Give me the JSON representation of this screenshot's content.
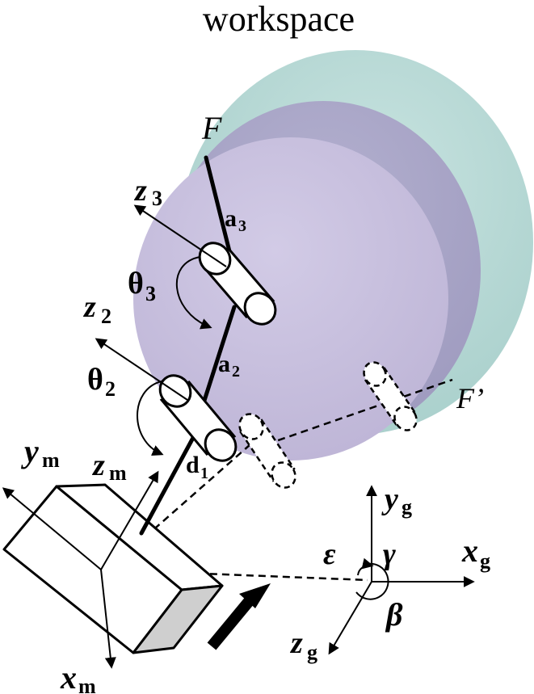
{
  "title": "workspace",
  "labels": {
    "F": "F",
    "F_prime": "F’",
    "z3": "z",
    "z3_sub": "3",
    "a3": "a",
    "a3_sub": "3",
    "theta3": "θ",
    "theta3_sub": "3",
    "z2": "z",
    "z2_sub": "2",
    "a2": "a",
    "a2_sub": "2",
    "theta2": "θ",
    "theta2_sub": "2",
    "ym": "y",
    "ym_sub": "m",
    "zm": "z",
    "zm_sub": "m",
    "d1": "d",
    "d1_sub": "1",
    "xm": "x",
    "xm_sub": "m",
    "yg": "y",
    "yg_sub": "g",
    "xg": "x",
    "xg_sub": "g",
    "zg": "z",
    "zg_sub": "g",
    "epsilon": "ε",
    "gamma": "γ",
    "beta": "β"
  },
  "colors": {
    "sphere_outer": "#b9d8d5",
    "sphere_mid": "#a9a6c6",
    "sphere_inner": "#c7bfdc"
  }
}
